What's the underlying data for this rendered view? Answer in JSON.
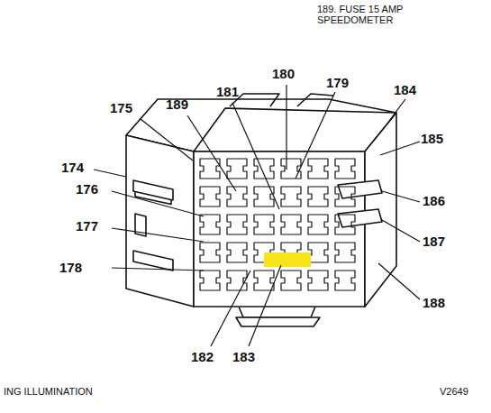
{
  "diagram": {
    "labels": [
      "189. FUSE 15 AMP SPEEDOMETER",
      "180",
      "179",
      "184",
      "175",
      "189",
      "181",
      "185",
      "174",
      "186",
      "176",
      "177",
      "187",
      "178",
      "188",
      "182",
      "183",
      "ING ILLUMINATION",
      "V2649"
    ]
  }
}
